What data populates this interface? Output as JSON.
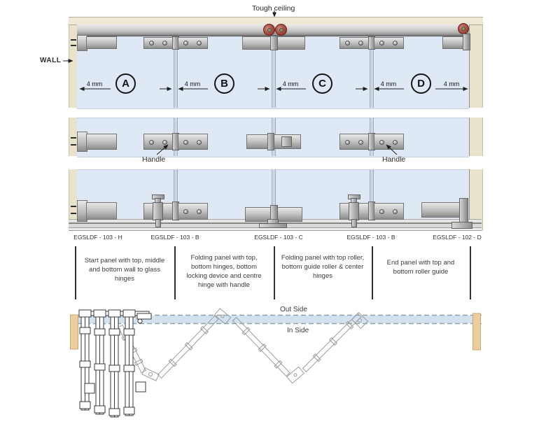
{
  "labels": {
    "tough_ceiling": "Tough ceiling",
    "wall": "WALL",
    "handle": "Handle",
    "gap": "4 mm",
    "out_side": "Out Side",
    "in_side": "In Side"
  },
  "panels": [
    {
      "letter": "A"
    },
    {
      "letter": "B"
    },
    {
      "letter": "C"
    },
    {
      "letter": "D"
    }
  ],
  "part_codes": [
    "EGSLDF - 103 - H",
    "EGSLDF - 103 - B",
    "EGSLDF - 103 - C",
    "EGSLDF - 103 - B",
    "EGSLDF - 102 - D"
  ],
  "descriptions": [
    "Start panel with top, middle and bottom wall to glass hinges",
    "Folding panel with top, bottom hinges, bottom locking device and centre hinge with handle",
    "Folding panel with top roller, bottom guide roller & center hinges",
    "End panel with top and bottom roller guide"
  ],
  "colors": {
    "glass": "#dfe9f5",
    "wall": "#eae3cb",
    "wood_post": "#eccd9c",
    "roller_red": "#a84b40",
    "track_gray": "#bfbfbf"
  }
}
